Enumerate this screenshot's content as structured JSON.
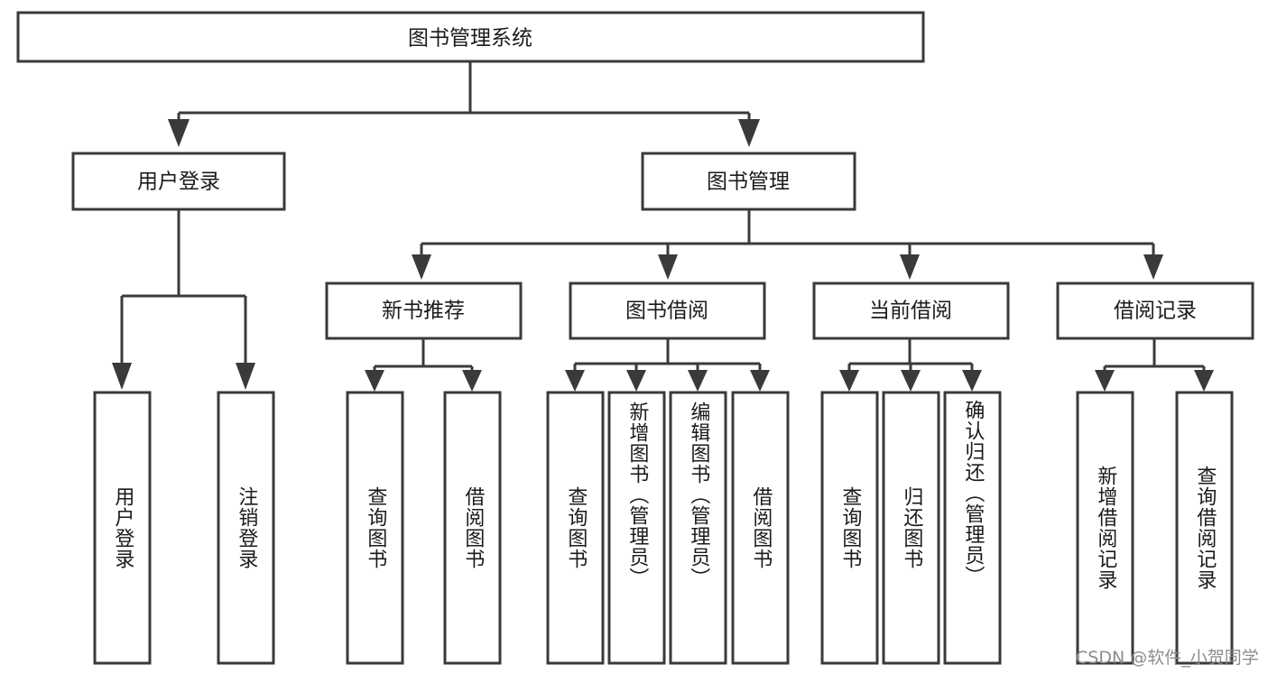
{
  "diagram": {
    "title": "图书管理系统",
    "type": "tree-hierarchy-chart",
    "root": {
      "label": "图书管理系统"
    },
    "level2": [
      {
        "label": "用户登录"
      },
      {
        "label": "图书管理"
      }
    ],
    "level3": [
      {
        "label": "新书推荐"
      },
      {
        "label": "图书借阅"
      },
      {
        "label": "当前借阅"
      },
      {
        "label": "借阅记录"
      }
    ],
    "leaves": {
      "user_login": [
        {
          "label": "用户登录"
        },
        {
          "label": "注销登录"
        }
      ],
      "new_book_recommend": [
        {
          "label": "查询图书"
        },
        {
          "label": "借阅图书"
        }
      ],
      "book_borrow": [
        {
          "label": "查询图书"
        },
        {
          "label": "新增图书（管理员）"
        },
        {
          "label": "编辑图书（管理员）"
        },
        {
          "label": "借阅图书"
        }
      ],
      "current_borrow": [
        {
          "label": "查询图书"
        },
        {
          "label": "归还图书"
        },
        {
          "label": "确认归还（管理员）"
        }
      ],
      "borrow_record": [
        {
          "label": "新增借阅记录"
        },
        {
          "label": "查询借阅记录"
        }
      ]
    }
  },
  "watermark": {
    "text": "CSDN @软件_小贺同学"
  },
  "colors": {
    "stroke": "#3a3a3a",
    "fill": "#ffffff",
    "text": "#1b1b1b",
    "watermark": "#8d8d8d"
  }
}
